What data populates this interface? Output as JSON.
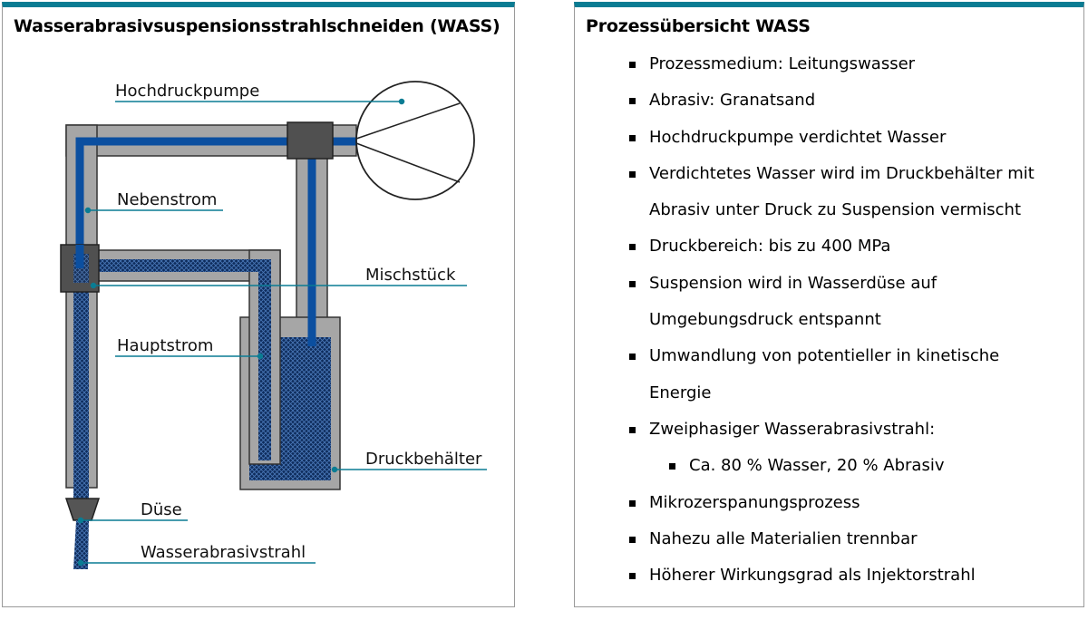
{
  "left_panel": {
    "title": "Wasserabrasivsuspensionsstrahlschneiden (WASS)",
    "labels": {
      "hochdruckpumpe": "Hochdruckpumpe",
      "nebenstrom": "Nebenstrom",
      "mischstueck": "Mischstück",
      "hauptstrom": "Hauptstrom",
      "druckbehaelter": "Druckbehälter",
      "duese": "Düse",
      "wasserabrasivstrahl": "Wasserabrasivstrahl"
    },
    "colors": {
      "accent": "#0a7c93",
      "water": "#0b4fa0",
      "pipe_wall": "#a6a6a6",
      "fitting": "#505050",
      "suspension": "#0e2c5c"
    }
  },
  "right_panel": {
    "title": "Prozessübersicht WASS",
    "bullets": [
      {
        "text": "Prozessmedium: Leitungswasser"
      },
      {
        "text": "Abrasiv: Granatsand"
      },
      {
        "text": "Hochdruckpumpe verdichtet Wasser"
      },
      {
        "text": "Verdichtetes Wasser wird im Druckbehälter mit",
        "cont": "Abrasiv unter Druck zu Suspension vermischt"
      },
      {
        "text": "Druckbereich: bis zu 400 MPa"
      },
      {
        "text": "Suspension wird in Wasserdüse auf",
        "cont": "Umgebungsdruck entspannt"
      },
      {
        "text": "Umwandlung von potentieller in kinetische",
        "cont": "Energie"
      },
      {
        "text": "Zweiphasiger Wasserabrasivstrahl:"
      },
      {
        "text": "Ca. 80 % Wasser, 20 % Abrasiv",
        "sub": true
      },
      {
        "text": "Mikrozerspanungsprozess"
      },
      {
        "text": "Nahezu alle Materialien trennbar"
      },
      {
        "text": "Höherer Wirkungsgrad als Injektorstrahl"
      }
    ]
  }
}
